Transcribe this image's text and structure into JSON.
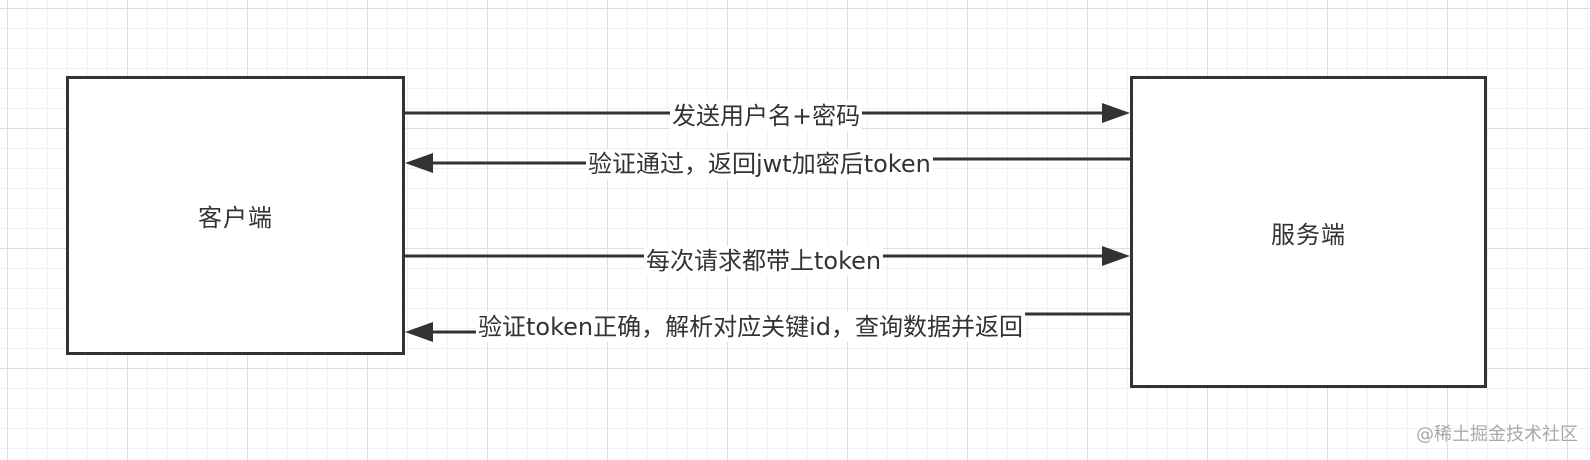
{
  "nodes": {
    "client": "客户端",
    "server": "服务端"
  },
  "edges": [
    {
      "label": "发送用户名+密码",
      "direction": "client-to-server"
    },
    {
      "label": "验证通过，返回jwt加密后token",
      "direction": "server-to-client"
    },
    {
      "label": "每次请求都带上token",
      "direction": "client-to-server"
    },
    {
      "label": "验证token正确，解析对应关键id，查询数据并返回",
      "direction": "server-to-client"
    }
  ],
  "watermark": "@稀土掘金技术社区",
  "colors": {
    "line": "#333333",
    "grid": "#dedede",
    "watermark": "#a8a8b0"
  }
}
